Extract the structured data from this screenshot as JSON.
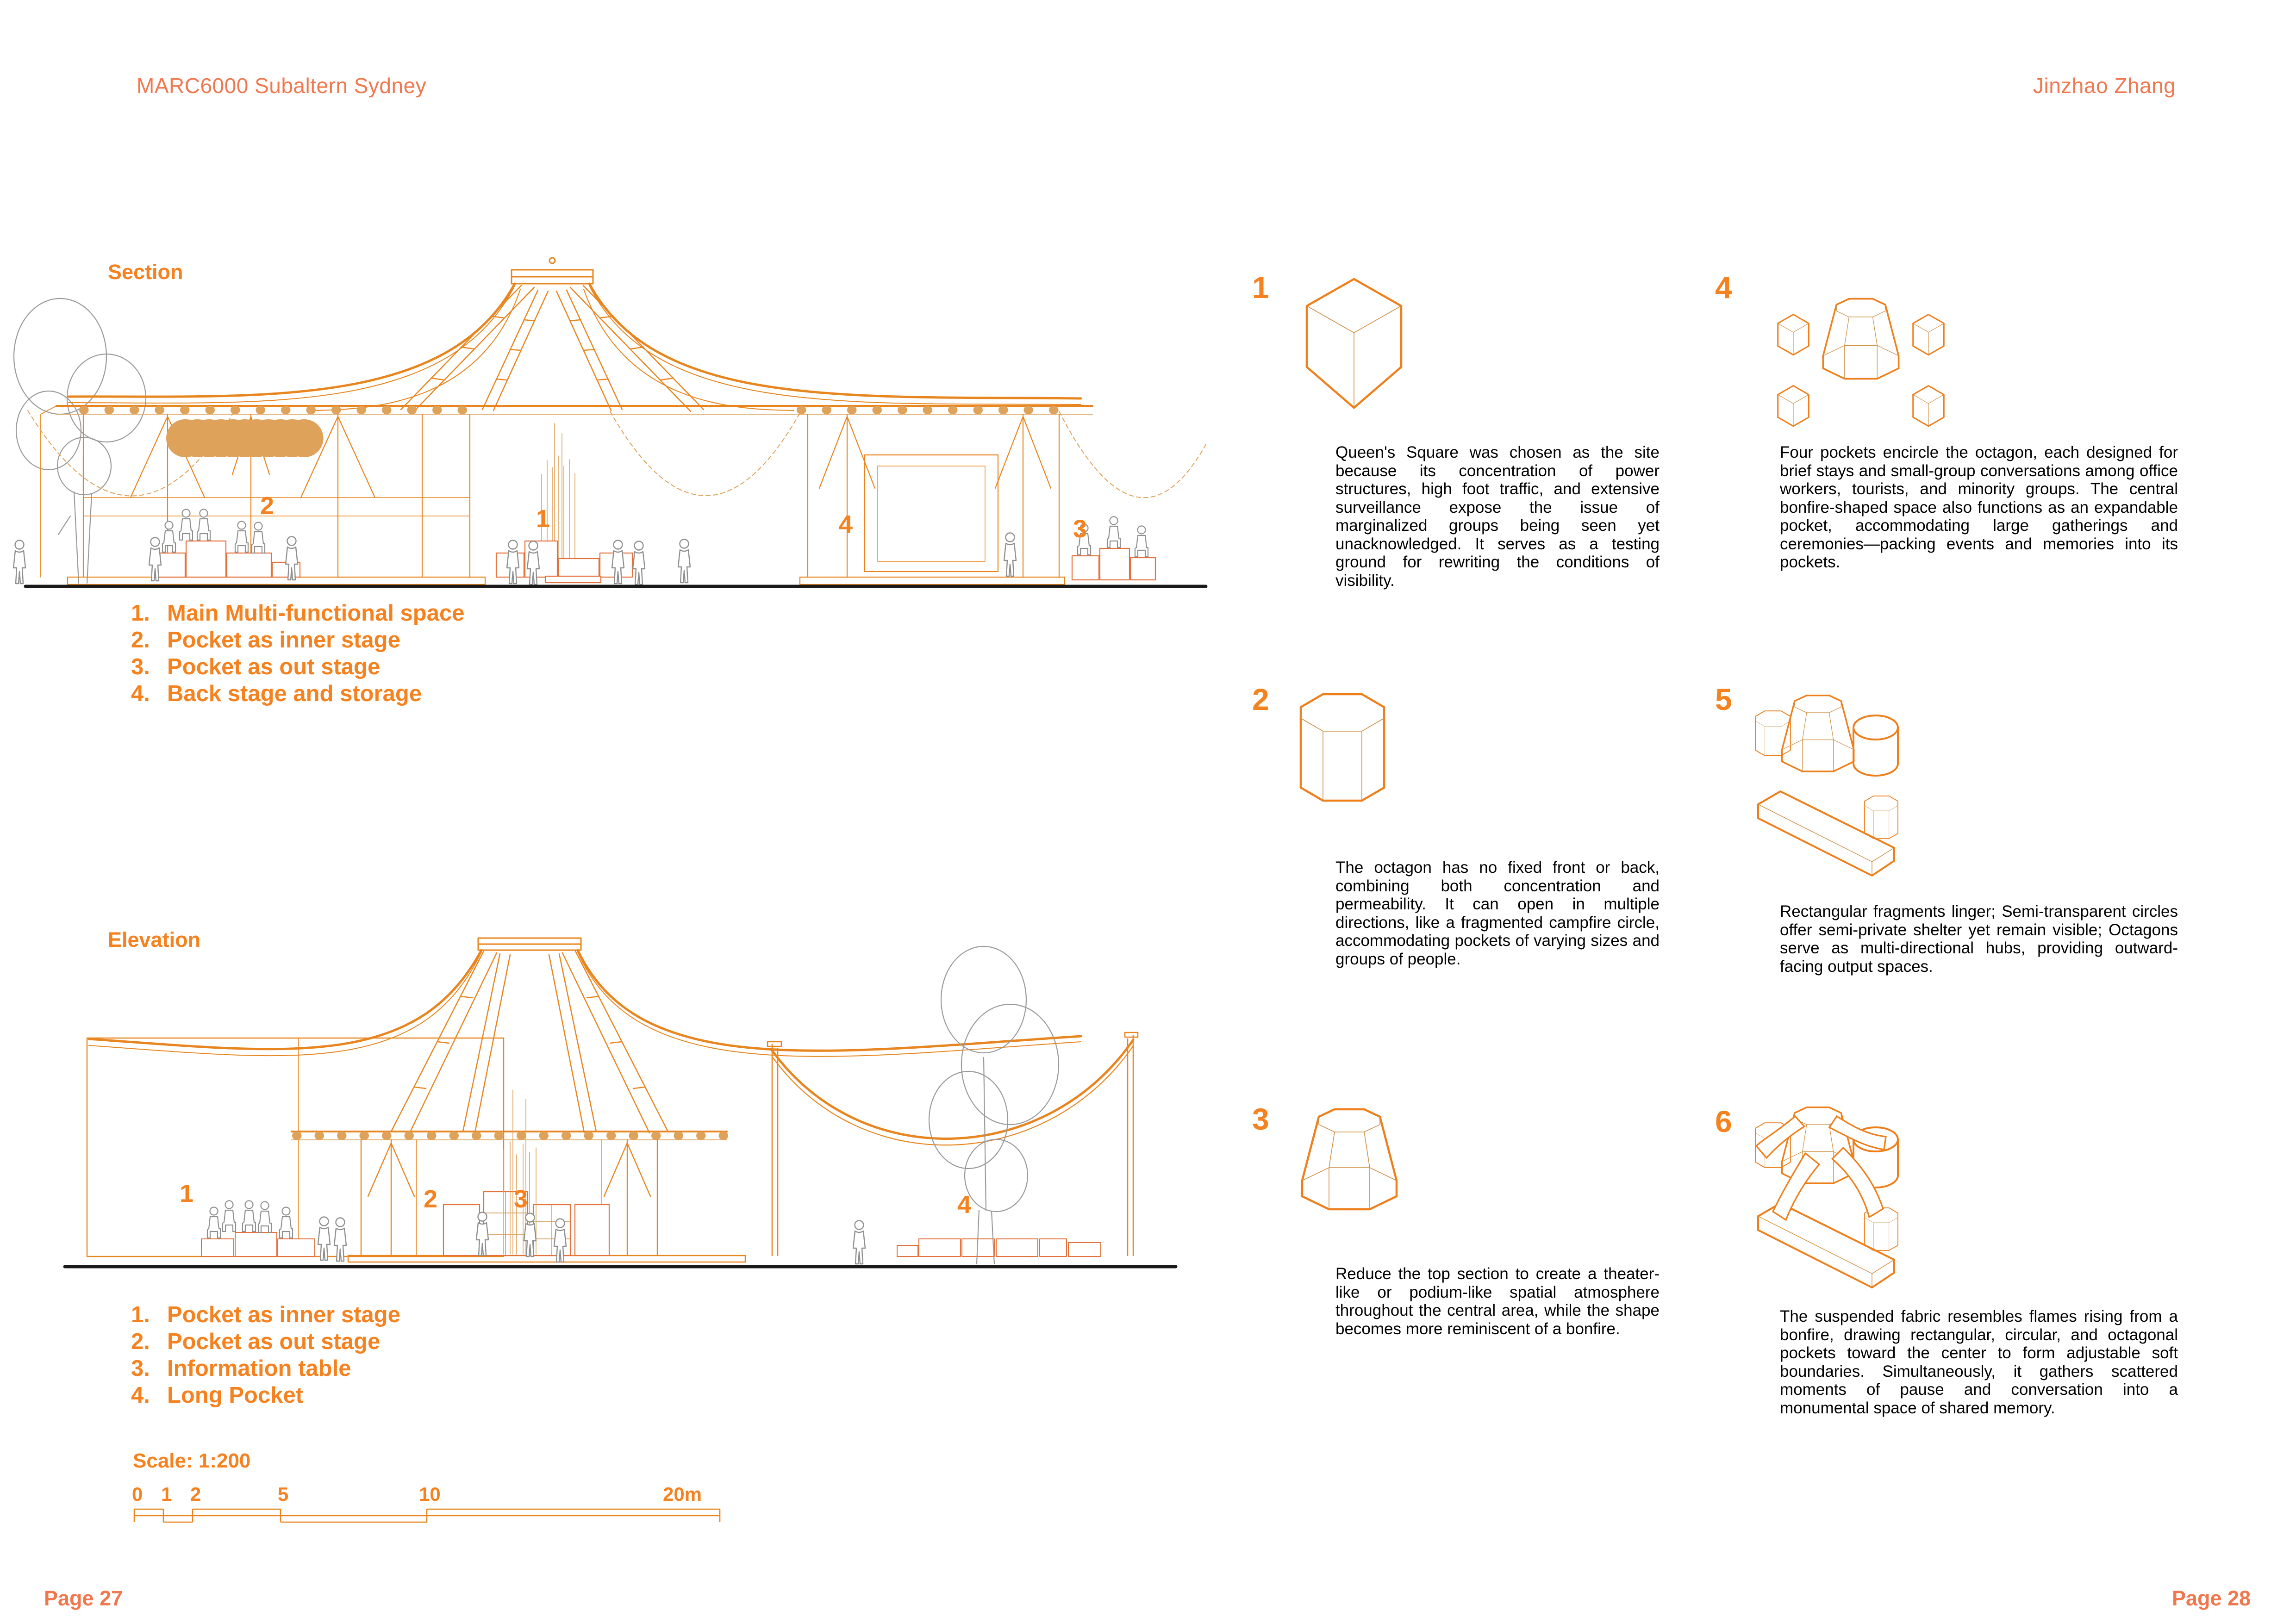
{
  "left_page": {
    "header": "MARC6000 Subaltern Sydney",
    "page_number": "Page 27",
    "section": {
      "title": "Section",
      "callouts": [
        "1",
        "2",
        "3",
        "4"
      ],
      "legend": [
        {
          "num": "1.",
          "label": "Main Multi-functional space"
        },
        {
          "num": "2.",
          "label": "Pocket as inner stage"
        },
        {
          "num": "3.",
          "label": "Pocket as out stage"
        },
        {
          "num": "4.",
          "label": "Back stage and storage"
        }
      ]
    },
    "elevation": {
      "title": "Elevation",
      "callouts": [
        "1",
        "2",
        "3",
        "4"
      ],
      "legend": [
        {
          "num": "1.",
          "label": "Pocket as inner stage"
        },
        {
          "num": "2.",
          "label": "Pocket as out stage"
        },
        {
          "num": "3.",
          "label": "Information table"
        },
        {
          "num": "4.",
          "label": "Long Pocket"
        }
      ]
    },
    "scale": {
      "label": "Scale: 1:200",
      "ticks": [
        "0",
        "1",
        "2",
        "5",
        "10",
        "20m"
      ]
    }
  },
  "right_page": {
    "header": "Jinzhao Zhang",
    "page_number": "Page 28",
    "items": [
      {
        "num": "1",
        "text": "Queen's Square was chosen as the site because its concentration of power structures, high foot traffic, and extensive surveillance expose the issue of marginalized groups being seen yet unacknowledged. It serves as a testing ground for rewriting the conditions of visibility."
      },
      {
        "num": "2",
        "text": "The octagon has no fixed front or back, combining both concentration and permeability. It can open in multiple directions, like a fragmented campfire circle, accommodating pockets of varying sizes and groups of people."
      },
      {
        "num": "3",
        "text": "Reduce the top section to create a theater-like or podium-like spatial atmosphere throughout the central area, while the shape becomes more reminiscent of a bonfire."
      },
      {
        "num": "4",
        "text": "Four pockets encircle the octagon, each designed for brief stays and small-group conversations among office workers, tourists, and minority groups. The central bonfire-shaped space also functions as an expandable pocket, accommodating large gatherings and ceremonies—packing events and memories into its pockets."
      },
      {
        "num": "5",
        "text": "Rectangular fragments linger; Semi-transparent circles offer semi-private shelter yet remain visible; Octagons serve as multi-directional hubs, providing outward-facing output spaces."
      },
      {
        "num": "6",
        "text": "The suspended fabric resembles flames rising from a bonfire, drawing rectangular, circular, and octagonal pockets toward the center to form adjustable soft boundaries. Simultaneously, it gathers scattered moments of pause and conversation into a monumental space of shared memory."
      }
    ]
  },
  "colors": {
    "accent_bold": "#F5821F",
    "accent_soft": "#F0774E",
    "drawing_line": "#E8851E",
    "ground_line": "#1a1a1a",
    "tree_grey": "#9a9a9a"
  }
}
